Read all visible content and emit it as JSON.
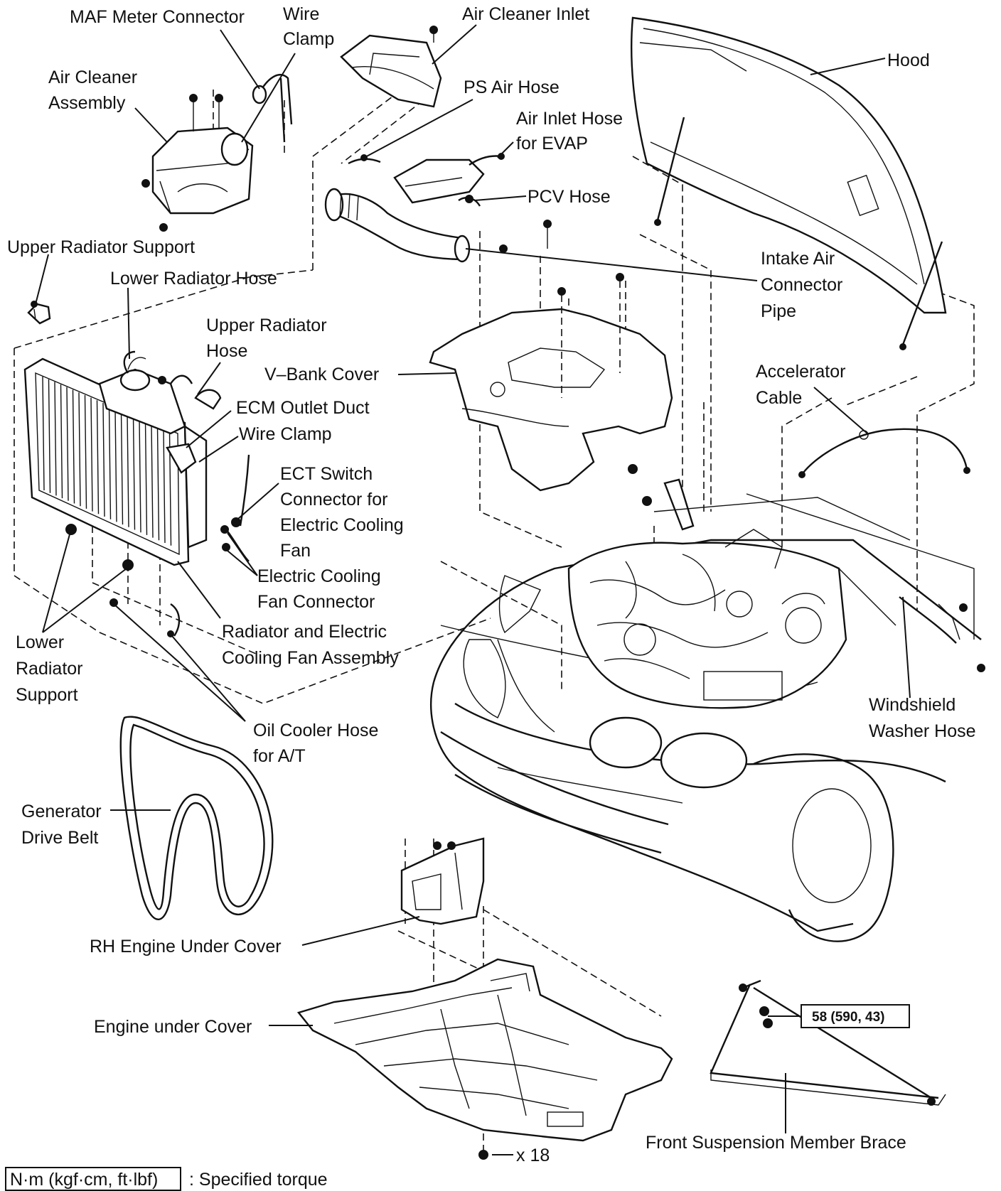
{
  "labels": {
    "maf_meter_connector": "MAF Meter Connector",
    "wire_clamp_top_1": "Wire",
    "wire_clamp_top_2": "Clamp",
    "air_cleaner_inlet": "Air Cleaner Inlet",
    "hood": "Hood",
    "air_cleaner_assembly_1": "Air Cleaner",
    "air_cleaner_assembly_2": "Assembly",
    "ps_air_hose": "PS Air Hose",
    "air_inlet_hose_evap_1": "Air Inlet Hose",
    "air_inlet_hose_evap_2": "for EVAP",
    "pcv_hose": "PCV Hose",
    "upper_radiator_support": "Upper Radiator Support",
    "lower_radiator_hose": "Lower Radiator Hose",
    "intake_air_connector_pipe_1": "Intake Air",
    "intake_air_connector_pipe_2": "Connector",
    "intake_air_connector_pipe_3": "Pipe",
    "upper_radiator_hose_1": "Upper Radiator",
    "upper_radiator_hose_2": "Hose",
    "v_bank_cover": "V–Bank Cover",
    "accelerator_cable_1": "Accelerator",
    "accelerator_cable_2": "Cable",
    "ecm_outlet_duct": "ECM Outlet Duct",
    "wire_clamp_mid": "Wire Clamp",
    "ect_switch_1": "ECT Switch",
    "ect_switch_2": "Connector for",
    "ect_switch_3": "Electric Cooling",
    "ect_switch_4": "Fan",
    "electric_cooling_fan_connector_1": "Electric Cooling",
    "electric_cooling_fan_connector_2": "Fan Connector",
    "radiator_fan_assembly_1": "Radiator and Electric",
    "radiator_fan_assembly_2": "Cooling Fan Assembly",
    "lower_radiator_support_1": "Lower",
    "lower_radiator_support_2": "Radiator",
    "lower_radiator_support_3": "Support",
    "windshield_washer_hose_1": "Windshield",
    "windshield_washer_hose_2": "Washer Hose",
    "oil_cooler_hose_1": "Oil Cooler Hose",
    "oil_cooler_hose_2": "for A/T",
    "generator_drive_belt_1": "Generator",
    "generator_drive_belt_2": "Drive Belt",
    "rh_engine_under_cover": "RH Engine Under Cover",
    "engine_under_cover": "Engine under Cover",
    "front_suspension_member_brace": "Front Suspension Member Brace"
  },
  "torque": {
    "value": "58 (590, 43)",
    "legend_unit": "N·m (kgf·cm, ft·lbf)",
    "legend_text": ": Specified torque"
  },
  "bolt_count": "x 18"
}
